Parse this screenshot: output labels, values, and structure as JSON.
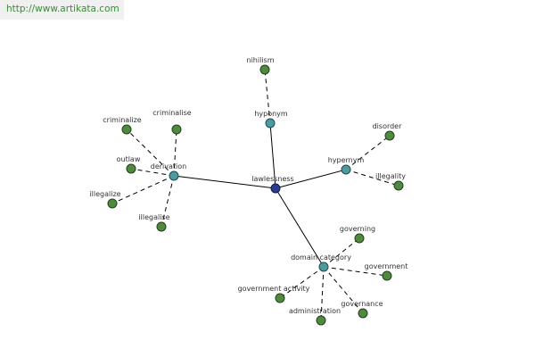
{
  "header": {
    "url": "http://www.artikata.com"
  },
  "graph": {
    "root": {
      "label": "lawlessness"
    },
    "relations": {
      "hyponym_top": {
        "label": "hyponym"
      },
      "hypernym": {
        "label": "hypernym"
      },
      "derivation": {
        "label": "derivation"
      },
      "domain_category": {
        "label": "domain category"
      }
    },
    "leaves": {
      "nihilism": "nihilism",
      "disorder": "disorder",
      "illegality": "illegality",
      "criminalize": "criminalize",
      "criminalise": "criminalise",
      "outlaw": "outlaw",
      "illegalize": "illegalize",
      "illegalise": "illegalise",
      "governing": "governing",
      "government": "government",
      "government_activity": "government activity",
      "administration": "administration",
      "governance": "governance"
    }
  },
  "colors": {
    "root_node": "#2a3d8f",
    "relation_node": "#4e9aa0",
    "leaf_node": "#4f8a3e",
    "url_text": "#3a8a3a"
  }
}
